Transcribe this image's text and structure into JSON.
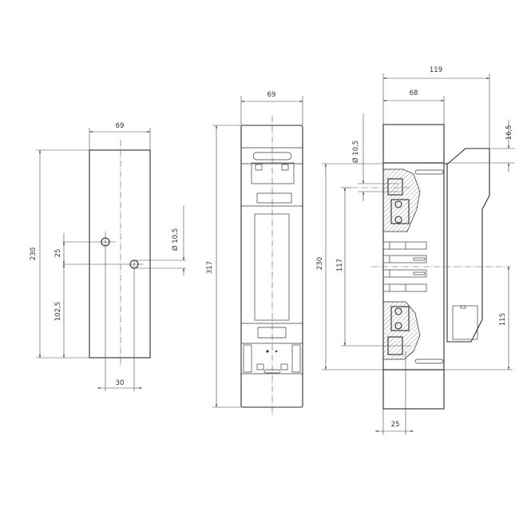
{
  "mounting_view": {
    "width": "69",
    "height": "230",
    "hole_spacing": "25",
    "hole_height": "102,5",
    "hole_offset": "30",
    "hole_diameter": "Ø 10,5"
  },
  "front_view": {
    "width": "69",
    "height": "317"
  },
  "side_view": {
    "total_depth": "119",
    "body_depth": "68",
    "handle_offset": "16,5",
    "mount_height": "230",
    "hole_spacing": "117",
    "center_height": "115",
    "rail_offset": "25",
    "hole_diameter": "Ø 10,5"
  }
}
